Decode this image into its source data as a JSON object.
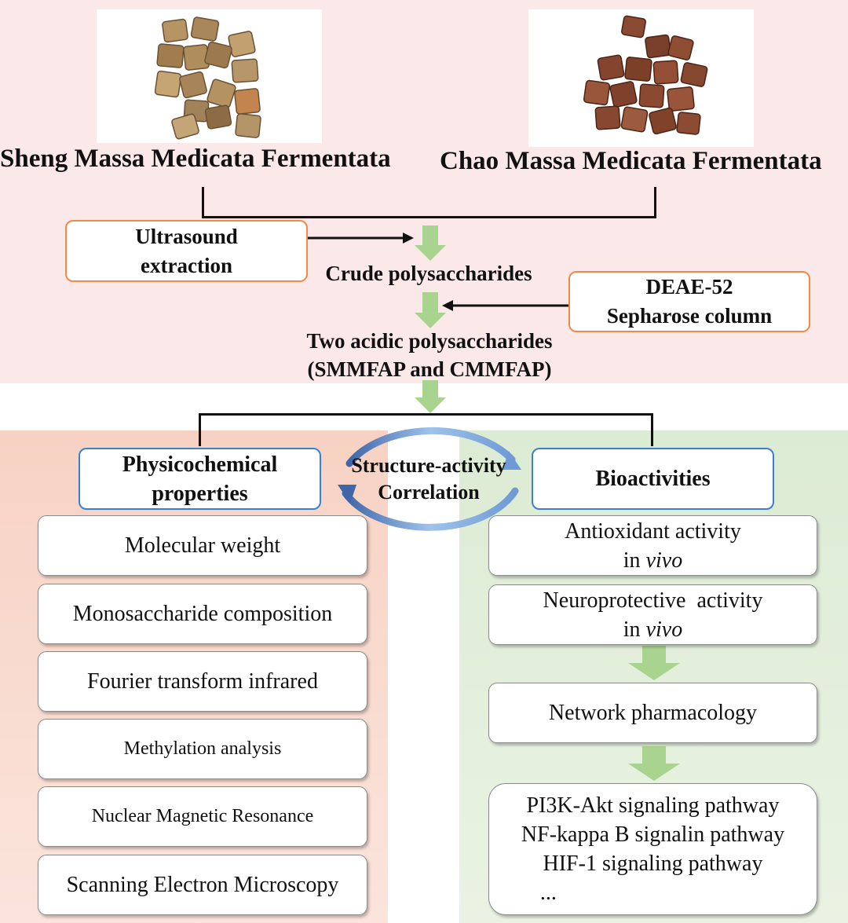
{
  "top": {
    "sheng_label": "Sheng Massa Medicata Fermentata",
    "chao_label": "Chao Massa Medicata Fermentata"
  },
  "flow": {
    "ultrasound": [
      "Ultrasound",
      "extraction"
    ],
    "crude": "Crude polysaccharides",
    "deae": [
      "DEAE-52",
      "Sepharose column"
    ],
    "acidic": [
      "Two acidic polysaccharides",
      "(SMMFAP and CMMFAP)"
    ]
  },
  "center": {
    "line1": "Structure-activity",
    "line2": "Correlation"
  },
  "left": {
    "header": [
      "Physicochemical",
      "properties"
    ],
    "items": [
      "Molecular weight",
      "Monosaccharide composition",
      "Fourier transform infrared",
      "Methylation analysis",
      "Nuclear Magnetic Resonance",
      "Scanning Electron Microscopy"
    ]
  },
  "right": {
    "header": "Bioactivities",
    "antioxidant": [
      "Antioxidant activity",
      "in",
      "vivo"
    ],
    "neuro": [
      "Neuroprotective  activity",
      "in",
      "vivo"
    ],
    "network": "Network pharmacology",
    "pathways": [
      "PI3K-Akt signaling pathway",
      "NF-kappa B signalin pathway",
      "HIF-1 signaling pathway",
      "..."
    ]
  },
  "colors": {
    "arrow_green": "#a9d48f",
    "orange_border": "#f08a4b",
    "blue_border": "#3a7fd6",
    "top_bg": "#fbe8e8",
    "left_bg": "#f7d2c3",
    "right_bg": "#dcebd4"
  }
}
